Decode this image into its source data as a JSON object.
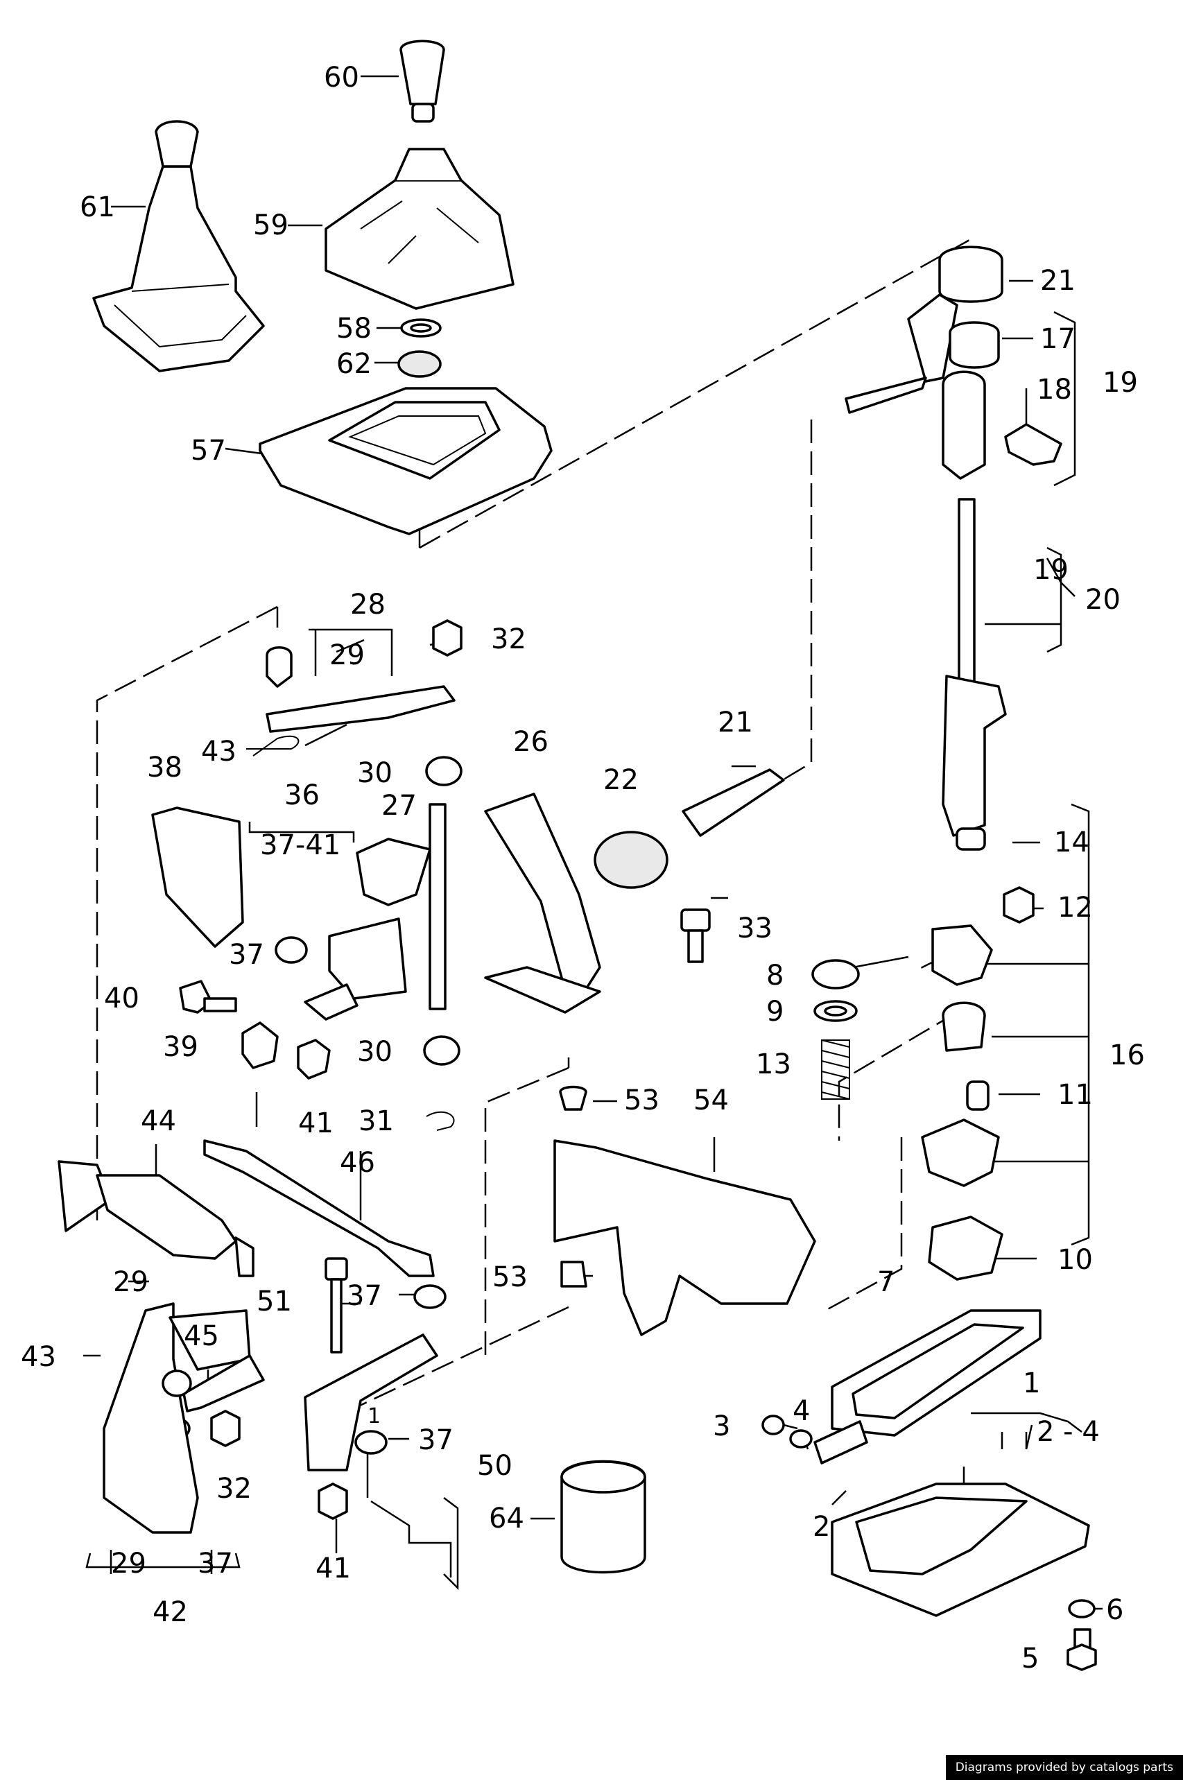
{
  "watermark": "Diagrams provided by catalogs parts",
  "labels": {
    "l60": "60",
    "l61": "61",
    "l59": "59",
    "l58": "58",
    "l62": "62",
    "l57": "57",
    "l21a": "21",
    "l17": "17",
    "l18": "18",
    "l19a": "19",
    "l19b": "19",
    "l20": "20",
    "l28": "28",
    "l29a": "29",
    "l32a": "32",
    "l43a": "43",
    "l30a": "30",
    "l26": "26",
    "l21b": "21",
    "l22": "22",
    "l38": "38",
    "l36": "36",
    "l3741": "37-41",
    "l27": "27",
    "l37a": "37",
    "l33": "33",
    "l40": "40",
    "l39": "39",
    "l41a": "41",
    "l30b": "30",
    "l31": "31",
    "l14": "14",
    "l12": "12",
    "l8": "8",
    "l9": "9",
    "l13": "13",
    "l16": "16",
    "l11": "11",
    "l10": "10",
    "l53a": "53",
    "l54": "54",
    "l53b": "53",
    "l44": "44",
    "l46": "46",
    "l29b": "29",
    "l51": "51",
    "l37b": "37",
    "l43b": "43",
    "l45": "45",
    "l32b": "32",
    "l37c": "37",
    "l50": "50",
    "l41b": "41",
    "l64": "64",
    "l7": "7",
    "l1": "1",
    "l24": "2 - 4",
    "l4": "4",
    "l3": "3",
    "l2": "2",
    "l6": "6",
    "l5": "5",
    "l29c": "29",
    "l37d": "37",
    "l42": "42",
    "l1b": "1"
  }
}
